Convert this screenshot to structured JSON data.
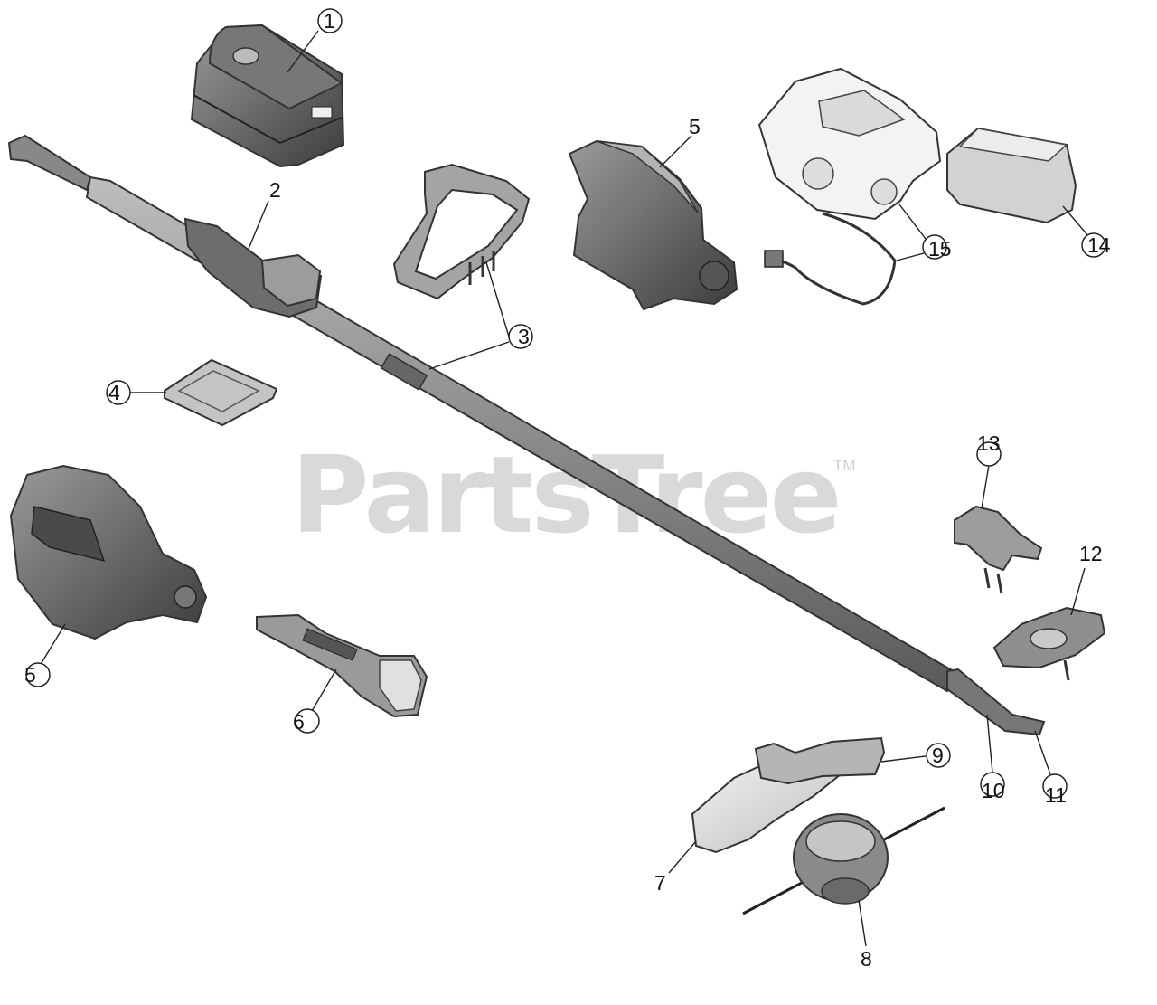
{
  "watermark": {
    "text": "PartsTree",
    "tm": "TM"
  },
  "callouts": [
    {
      "id": "c1",
      "label": "1"
    },
    {
      "id": "c2",
      "label": "2"
    },
    {
      "id": "c3",
      "label": "3"
    },
    {
      "id": "c4",
      "label": "4"
    },
    {
      "id": "c5a",
      "label": "5"
    },
    {
      "id": "c5b",
      "label": "5"
    },
    {
      "id": "c6",
      "label": "6"
    },
    {
      "id": "c7",
      "label": "7"
    },
    {
      "id": "c8",
      "label": "8"
    },
    {
      "id": "c9",
      "label": "9"
    },
    {
      "id": "c10",
      "label": "10"
    },
    {
      "id": "c11",
      "label": "11"
    },
    {
      "id": "c12",
      "label": "12"
    },
    {
      "id": "c13",
      "label": "13"
    },
    {
      "id": "c14",
      "label": "14"
    },
    {
      "id": "c15",
      "label": "15"
    }
  ]
}
